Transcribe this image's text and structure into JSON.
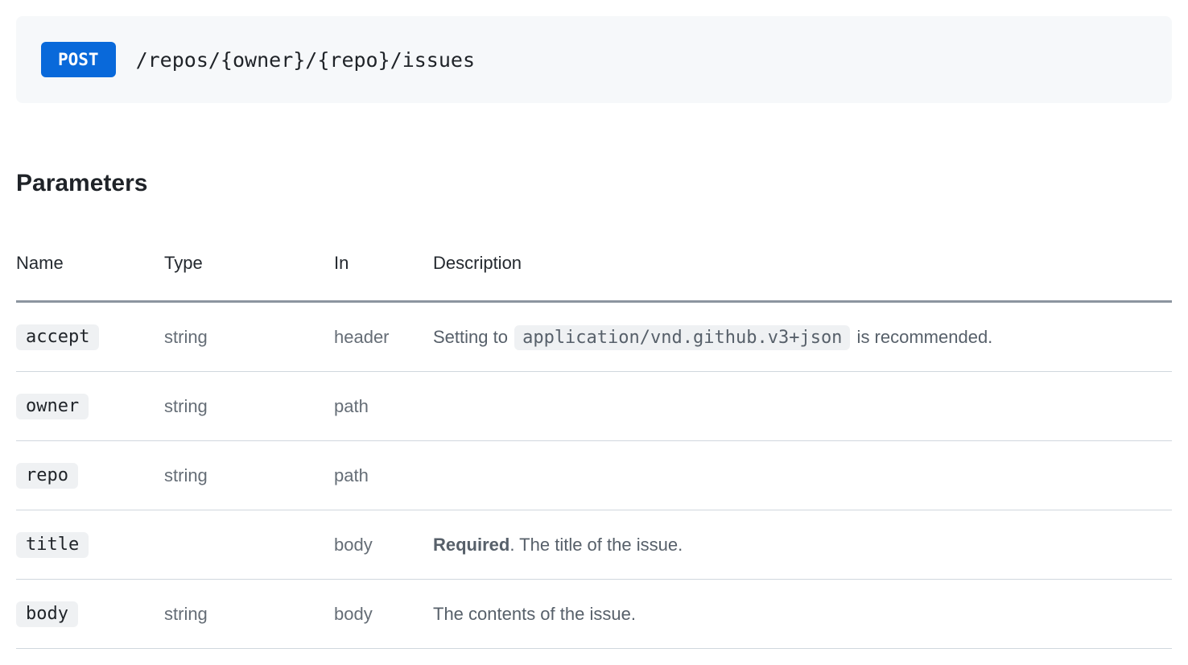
{
  "endpoint": {
    "method": "POST",
    "path": "/repos/{owner}/{repo}/issues"
  },
  "parameters": {
    "heading": "Parameters",
    "headers": [
      "Name",
      "Type",
      "In",
      "Description"
    ],
    "rows": [
      {
        "name": "accept",
        "type": "string",
        "in": "header",
        "description": [
          {
            "t": "text",
            "v": "Setting to "
          },
          {
            "t": "code",
            "v": "application/vnd.github.v3+json"
          },
          {
            "t": "text",
            "v": " is recommended."
          }
        ]
      },
      {
        "name": "owner",
        "type": "string",
        "in": "path",
        "description": []
      },
      {
        "name": "repo",
        "type": "string",
        "in": "path",
        "description": []
      },
      {
        "name": "title",
        "type": "",
        "in": "body",
        "description": [
          {
            "t": "bold",
            "v": "Required"
          },
          {
            "t": "text",
            "v": ". The title of the issue."
          }
        ]
      },
      {
        "name": "body",
        "type": "string",
        "in": "body",
        "description": [
          {
            "t": "text",
            "v": "The contents of the issue."
          }
        ]
      }
    ]
  },
  "colors": {
    "method_badge": "#0969da",
    "endpoint_bar_bg": "#f6f8fa",
    "table_header_border": "#8c959f",
    "row_border": "#d0d7de"
  }
}
